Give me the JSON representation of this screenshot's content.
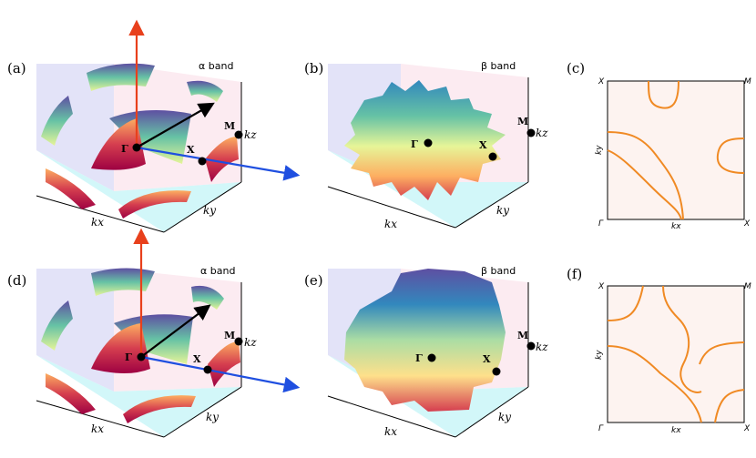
{
  "panels": {
    "a": {
      "label": "(a)",
      "band": "α band"
    },
    "b": {
      "label": "(b)",
      "band": "β band"
    },
    "c": {
      "label": "(c)"
    },
    "d": {
      "label": "(d)",
      "band": "α band"
    },
    "e": {
      "label": "(e)",
      "band": "β band"
    },
    "f": {
      "label": "(f)"
    }
  },
  "points": {
    "gamma": "Γ",
    "x": "X",
    "m": "M"
  },
  "axes": {
    "kx": "kx",
    "ky": "ky",
    "kz": "kz"
  },
  "corners": {
    "x_top_left": "X",
    "m_top_right": "M",
    "gamma_bottom_left": "Γ",
    "x_bottom_right": "X"
  },
  "colors": {
    "arrow_z": "#e8401c",
    "arrow_x": "#1f4fe0",
    "arrow_diag": "#000000",
    "contour": "#f08a24",
    "floor": "#cdf6f8",
    "back_wall": "#fbe6ee",
    "side_wall": "#dcdcf6",
    "plot_bg": "#fdf3f0"
  }
}
